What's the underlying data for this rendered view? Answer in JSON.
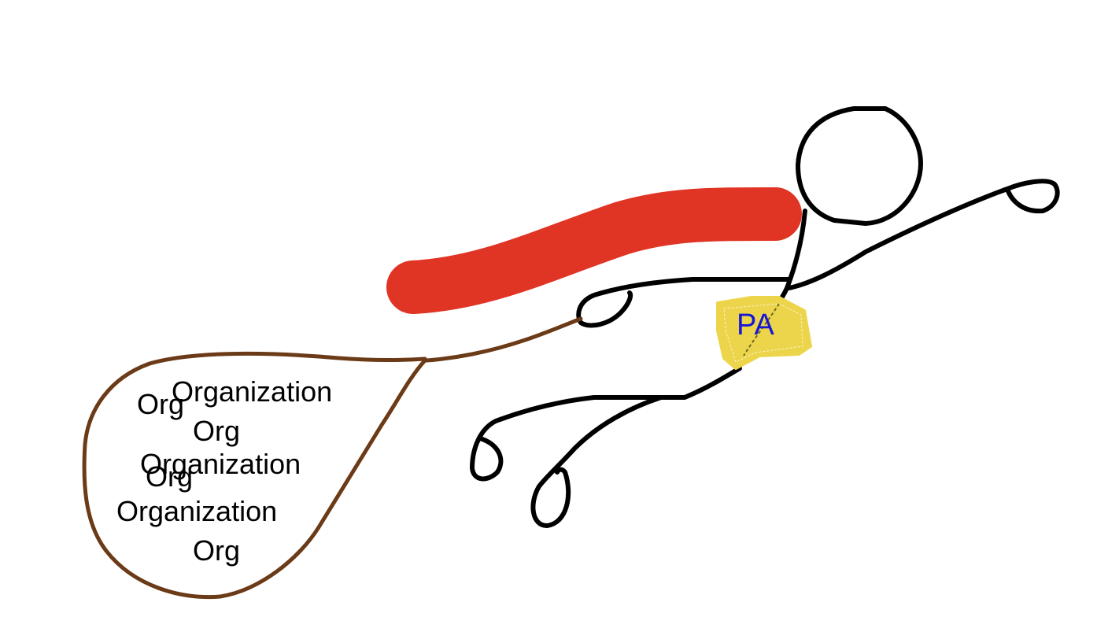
{
  "badge": {
    "label": "PA"
  },
  "bag_labels": {
    "org_1": "Org",
    "organization_1": "Organization",
    "org_2": "Org",
    "organization_2": "Organization",
    "org_3": "Org",
    "organization_3": "Organization",
    "org_4": "Org"
  },
  "colors": {
    "background": "#ffffff",
    "stroke": "#000000",
    "cape": "#e03425",
    "rope": "#6b3a17",
    "badge_fill": "#ecd54b",
    "badge_text": "#1616d8"
  },
  "icons": {
    "figure": "flying-stick-figure-icon",
    "cape": "cape-stroke-icon",
    "sack": "sack-icon",
    "badge": "chest-badge-icon"
  }
}
